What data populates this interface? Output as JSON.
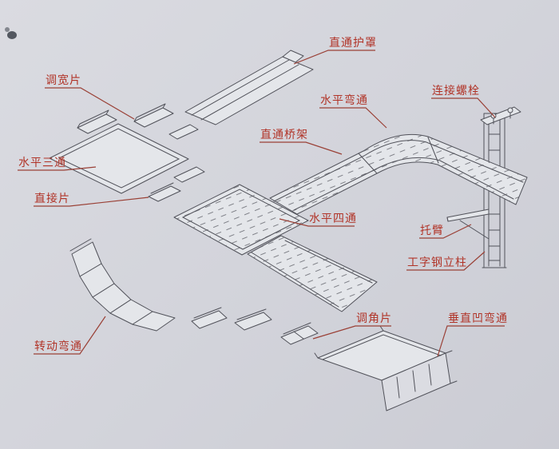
{
  "diagram": {
    "description": "Exploded isometric assembly diagram of a cable tray (bridge) system with Chinese part labels",
    "colors": {
      "background": "#d3d4db",
      "line": "#51525a",
      "label_text": "#b13428",
      "leader_line": "#9a4036",
      "hatch": "#5d5e66"
    },
    "labels": [
      {
        "name": "straight-cover",
        "text": "直通护罩"
      },
      {
        "name": "width-adjust-piece",
        "text": "调宽片"
      },
      {
        "name": "horizontal-bend",
        "text": "水平弯通"
      },
      {
        "name": "connecting-bolt",
        "text": "连接螺栓"
      },
      {
        "name": "straight-tray",
        "text": "直通桥架"
      },
      {
        "name": "horizontal-tee",
        "text": "水平三通"
      },
      {
        "name": "direct-piece",
        "text": "直接片"
      },
      {
        "name": "horizontal-cross",
        "text": "水平四通"
      },
      {
        "name": "support-arm",
        "text": "托臂"
      },
      {
        "name": "ibeam-column",
        "text": "工字钢立柱"
      },
      {
        "name": "angle-adjust-piece",
        "text": "调角片"
      },
      {
        "name": "vertical-concave-bend",
        "text": "垂直凹弯通"
      },
      {
        "name": "rotating-bend",
        "text": "转动弯通"
      }
    ]
  }
}
